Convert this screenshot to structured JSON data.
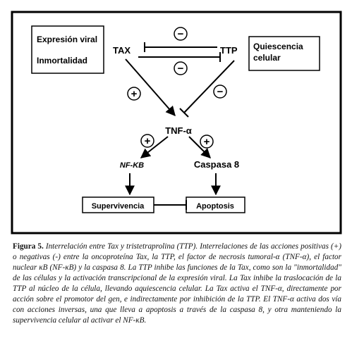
{
  "diagram": {
    "box_left": [
      "Expresión viral",
      "Inmortalidad"
    ],
    "box_right": [
      "Quiescencia",
      "celular"
    ],
    "nodes": {
      "tax": "TAX",
      "ttp": "TTP",
      "tnf": "TNF-α",
      "nfkb": "NF-KB",
      "caspasa": "Caspasa 8",
      "supervivencia": "Supervivencia",
      "apoptosis": "Apoptosis"
    },
    "signs": {
      "minus": "−",
      "plus": "+"
    }
  },
  "caption": {
    "label": "Figura 5.",
    "text": " Interrelación entre Tax y tristetraprolina (TTP). Interrelaciones de las acciones positivas (+) o negativas (-) entre la oncoproteína Tax, la TTP, el factor de necrosis tumoral-α (TNF-α), el factor nuclear κB (NF-κB) y la caspasa 8. La TTP inhibe las funciones de la Tax, como son la \"inmortalidad\" de las células y la activación transcripcional de la expresión viral. La Tax inhibe la traslocación de la TTP al núcleo de la célula, llevando aquiescencia celular. La Tax activa el TNF-α, directamente por acción sobre el promotor del gen, e indirectamente por inhibición de la TTP. El TNF-α activa dos vía con acciones inversas, una que lleva a apoptosis a través de la caspasa 8, y otra manteniendo la supervivencia celular al activar el NF-κB."
  }
}
